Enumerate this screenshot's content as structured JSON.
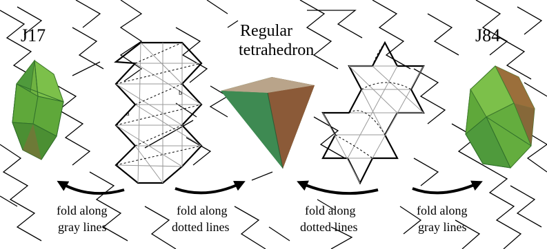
{
  "labels": {
    "j17": "J17",
    "j84": "J84",
    "tetra_line1": "Regular",
    "tetra_line2": "tetrahedron",
    "point_a": "a",
    "point_b": "b"
  },
  "captions": [
    {
      "line1": "fold along",
      "line2": "gray lines"
    },
    {
      "line1": "fold along",
      "line2": "dotted lines"
    },
    {
      "line1": "fold along",
      "line2": "dotted lines"
    },
    {
      "line1": "fold along",
      "line2": "gray lines"
    }
  ],
  "colors": {
    "polyhedron_green": "#5fa83a",
    "polyhedron_dark": "#2f6e2a",
    "tetra_green": "#3e8a52",
    "tetra_brown": "#8b5a38",
    "tetra_top": "#b9a48a"
  }
}
